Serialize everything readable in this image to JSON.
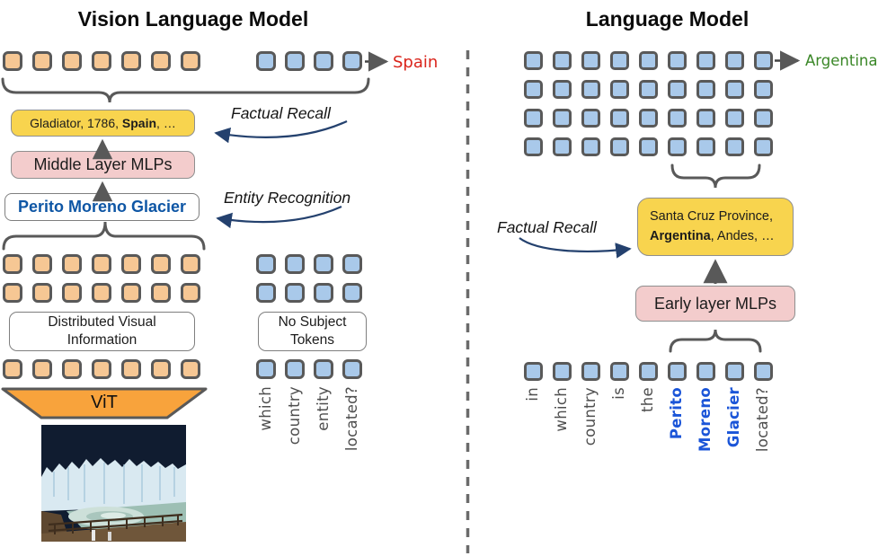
{
  "left_panel": {
    "title": "Vision Language Model",
    "predicted_token": "Spain",
    "labels": {
      "factual_recall": "Factual Recall",
      "entity_recognition": "Entity Recognition"
    },
    "recall_box": {
      "prefix": "Gladiator, 1786, ",
      "highlight": "Spain",
      "suffix": ", …"
    },
    "mlp_box_label": "Middle Layer MLPs",
    "entity_box_label": "Perito Moreno Glacier",
    "visual_info_box": {
      "line1": "Distributed Visual",
      "line2": "Information"
    },
    "no_subject_box": {
      "line1": "No Subject",
      "line2": "Tokens"
    },
    "vit_label": "ViT",
    "question_words": [
      {
        "text": "which"
      },
      {
        "text": "country"
      },
      {
        "text": "entity"
      },
      {
        "text": "located?"
      }
    ],
    "token_counts": {
      "image_cols": 7,
      "text_cols": 4
    }
  },
  "right_panel": {
    "title": "Language Model",
    "predicted_token": "Argentina",
    "labels": {
      "factual_recall": "Factual Recall"
    },
    "recall_box": {
      "line1": "Santa Cruz Province,",
      "highlight": "Argentina",
      "suffix": ", Andes, …"
    },
    "mlp_box_label": "Early layer MLPs",
    "question_words": [
      {
        "text": "in"
      },
      {
        "text": "which"
      },
      {
        "text": "country"
      },
      {
        "text": "is"
      },
      {
        "text": "the"
      },
      {
        "text": "Perito",
        "style": "entity"
      },
      {
        "text": "Moreno",
        "style": "entity"
      },
      {
        "text": "Glacier",
        "style": "entity"
      },
      {
        "text": "located?"
      }
    ],
    "token_counts": {
      "cols": 9,
      "rows": 4
    }
  },
  "colors": {
    "image_token": "#f6c794",
    "text_token": "#a9c9ea",
    "recall_box": "#f8d44e",
    "mlp_box": "#f3cccc",
    "vit_trapezoid": "#f8a33c",
    "answer_left": "#da251c",
    "answer_right": "#3a8727",
    "entity_box_text": "#0e56a5",
    "question_entity_text": "#1b55d8",
    "connector": "#595959",
    "annotation_arrow": "#24416e"
  }
}
